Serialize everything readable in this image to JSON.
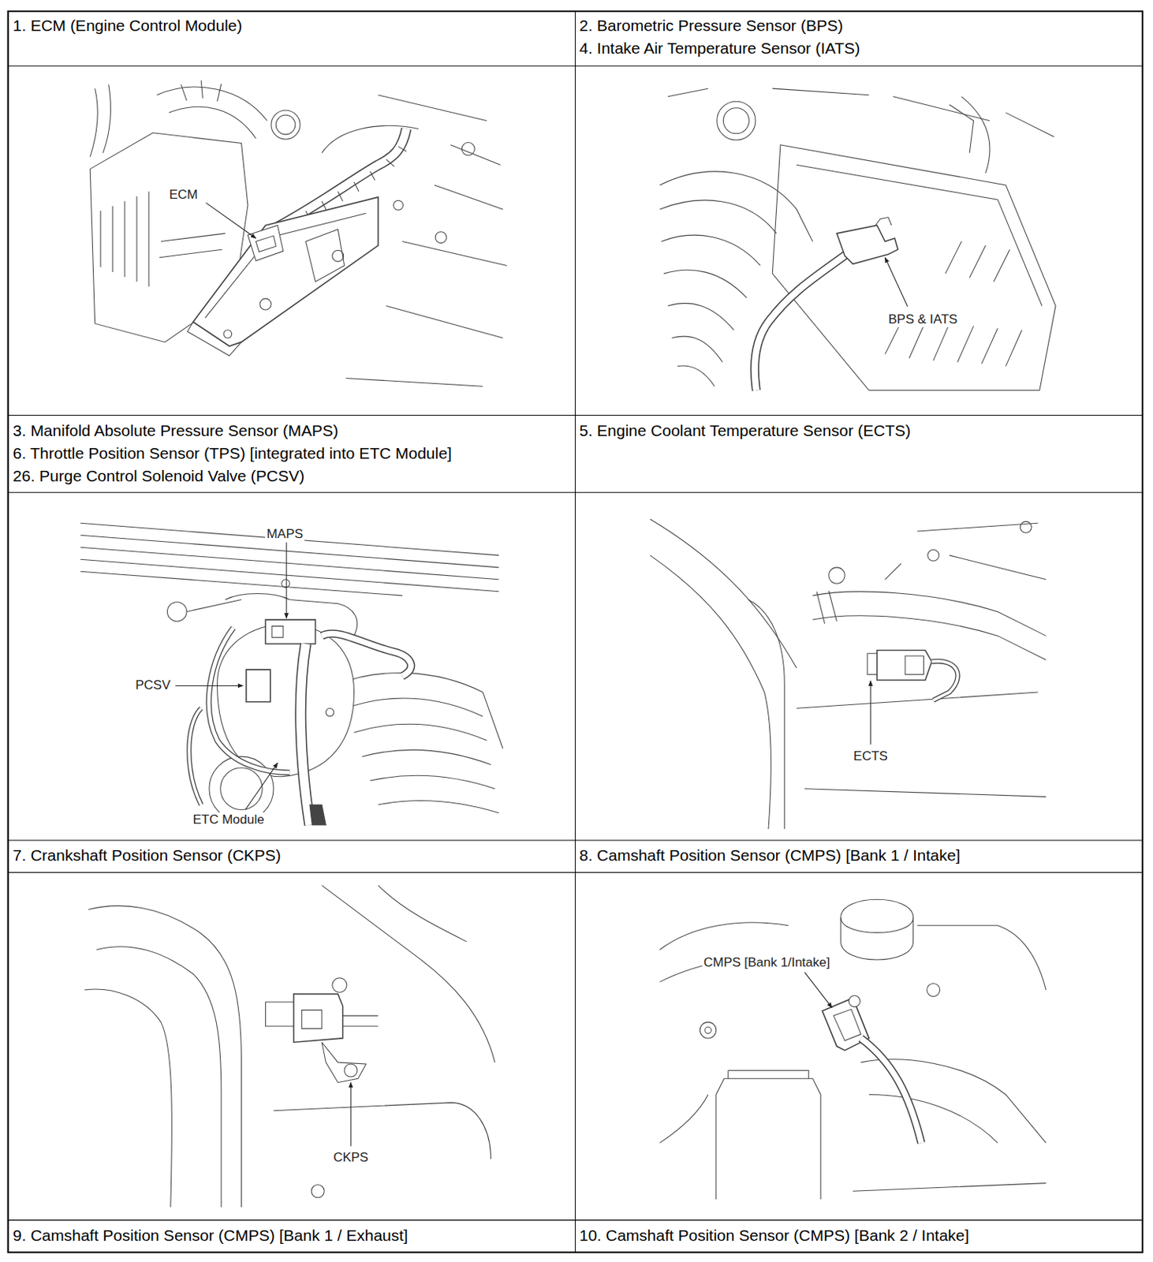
{
  "diagram": {
    "labels": [
      "1. ECM (Engine Control Module)",
      "2. Barometric Pressure Sensor (BPS)",
      "4. Intake Air Temperature Sensor (IATS)",
      "ECM",
      "BPS & IATS",
      "3. Manifold Absolute Pressure Sensor (MAPS)",
      "6. Throttle Position Sensor (TPS) [integrated into ETC Module]",
      "26. Purge Control Solenoid Valve (PCSV)",
      "5. Engine Coolant Temperature Sensor (ECTS)",
      "MAPS",
      "PCSV",
      "ETC Module",
      "ECTS",
      "7. Crankshaft Position Sensor (CKPS)",
      "8. Camshaft Position Sensor (CMPS) [Bank 1 / Intake]",
      "CKPS",
      "CMPS [Bank 1/Intake]",
      "9. Camshaft Position Sensor (CMPS) [Bank 1 / Exhaust]",
      "10. Camshaft Position Sensor (CMPS) [Bank 2 / Intake]"
    ]
  }
}
